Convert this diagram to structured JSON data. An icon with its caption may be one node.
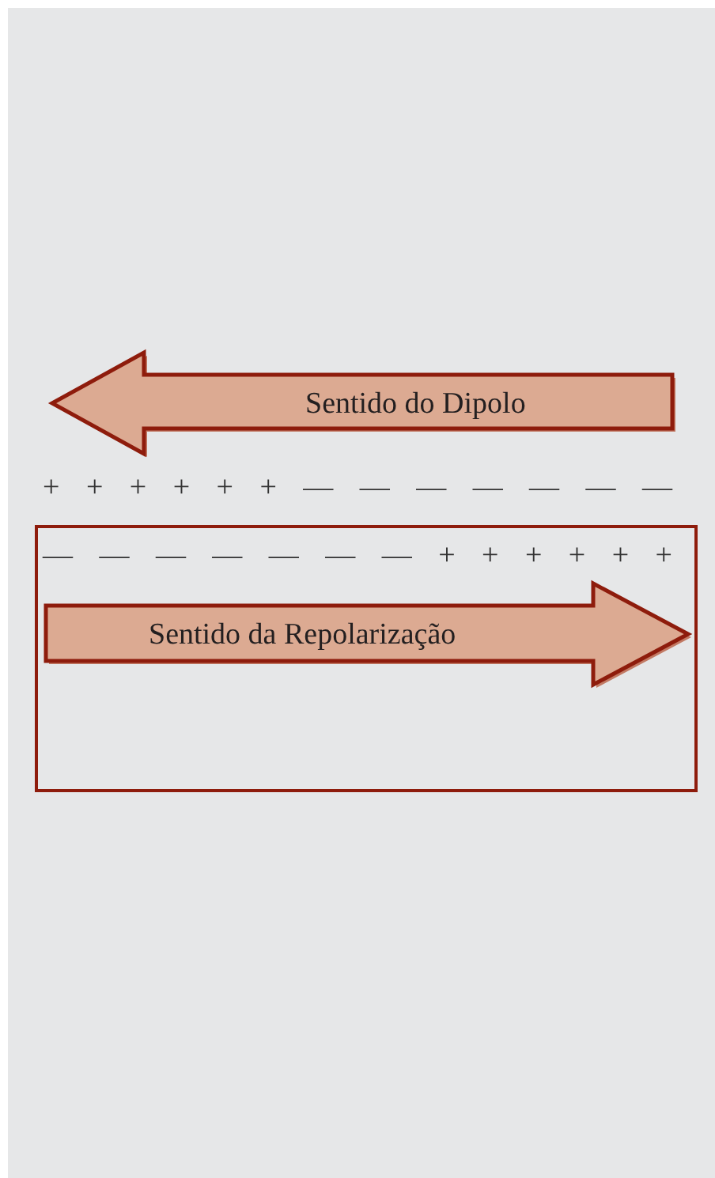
{
  "diagram": {
    "nodes": [
      {
        "text": [
          "Sentido do Dipolo"
        ]
      },
      {
        "text": [],
        "shape": "box"
      },
      {
        "text": [
          "Sentido da Repolarização"
        ],
        "in": 1
      }
    ],
    "labels": [
      "+ + + + + + — — — — — — —",
      "— — — — — — — + + + + + +"
    ]
  }
}
